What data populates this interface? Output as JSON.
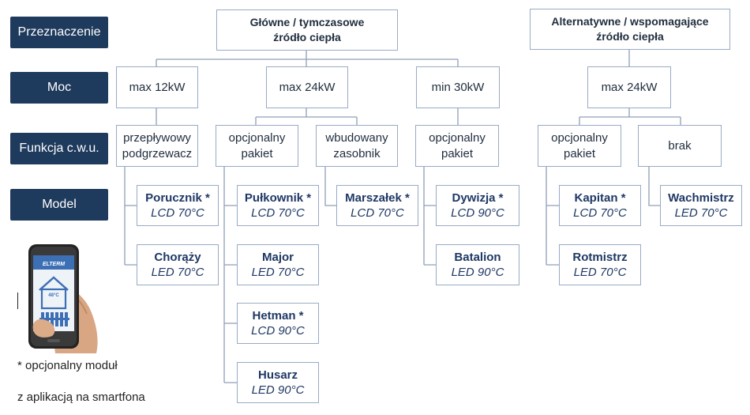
{
  "row_labels": {
    "purpose": "Przeznaczenie",
    "power": "Moc",
    "dhw_function": "Funkcja c.w.u.",
    "model": "Model"
  },
  "sources": {
    "main": [
      "Główne / tymczasowe",
      "źródło ciepła"
    ],
    "alternative": [
      "Alternatywne / wspomagające",
      "źródło ciepła"
    ]
  },
  "power": {
    "p12": "max 12kW",
    "p24": "max 24kW",
    "p30": "min 30kW",
    "alt24": "max 24kW"
  },
  "functions": {
    "flow_heater": [
      "przepływowy",
      "podgrzewacz"
    ],
    "optional_pack_24": [
      "opcjonalny",
      "pakiet"
    ],
    "builtin_tank": [
      "wbudowany",
      "zasobnik"
    ],
    "optional_pack_30": [
      "opcjonalny",
      "pakiet"
    ],
    "optional_pack_alt": [
      "opcjonalny",
      "pakiet"
    ],
    "none": "brak"
  },
  "models": {
    "porucznik": {
      "name": "Porucznik *",
      "display": "LCD 70°C"
    },
    "chorazy": {
      "name": "Chorąży",
      "display": "LED 70°C"
    },
    "pulkownik": {
      "name": "Pułkownik *",
      "display": "LCD 70°C"
    },
    "major": {
      "name": "Major",
      "display": "LED 70°C"
    },
    "hetman": {
      "name": "Hetman *",
      "display": "LCD 90°C"
    },
    "husarz": {
      "name": "Husarz",
      "display": "LED 90°C"
    },
    "marszalek": {
      "name": "Marszałek *",
      "display": "LCD 70°C"
    },
    "dywizja": {
      "name": "Dywizja *",
      "display": "LCD 90°C"
    },
    "batalion": {
      "name": "Batalion",
      "display": "LED 90°C"
    },
    "kapitan": {
      "name": "Kapitan *",
      "display": "LCD 70°C"
    },
    "rotmistrz": {
      "name": "Rotmistrz",
      "display": "LED 70°C"
    },
    "wachmistrz": {
      "name": "Wachmistrz",
      "display": "LED 70°C"
    }
  },
  "phone_screen": {
    "brand": "ELTERM",
    "temperature": "48°C"
  },
  "footnote": {
    "line1": "* opcjonalny moduł",
    "line2": "z aplikacją na smartfona"
  },
  "colors": {
    "label_bg": "#1e3a5c",
    "box_border": "#98abc6",
    "model_text": "#1f3864",
    "connector": "#8f9fb8"
  }
}
